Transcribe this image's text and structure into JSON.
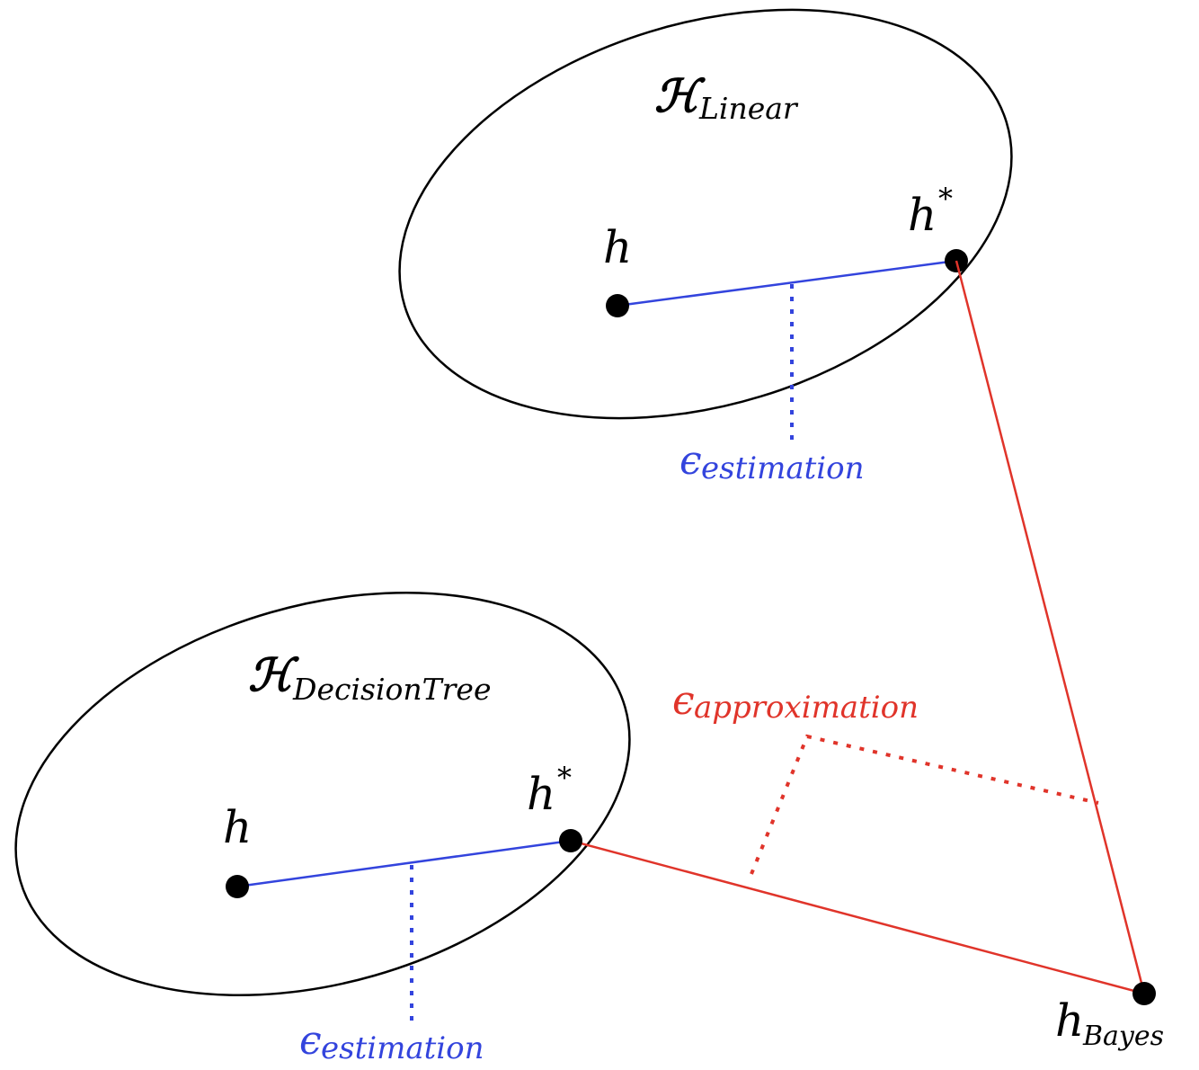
{
  "colors": {
    "ink": "#000000",
    "estimation": "#3344dd",
    "approximation": "#e0342a"
  },
  "top_space": {
    "symbol": "ℋ",
    "subscript": "Linear",
    "h_label": "h",
    "hstar_label": "h",
    "hstar_sup": "*",
    "est_symbol": "ϵ",
    "est_subscript": "estimation"
  },
  "bottom_space": {
    "symbol": "ℋ",
    "subscript": "DecisionTree",
    "h_label": "h",
    "hstar_label": "h",
    "hstar_sup": "*",
    "est_symbol": "ϵ",
    "est_subscript": "estimation"
  },
  "bayes": {
    "label": "h",
    "subscript": "Bayes"
  },
  "approximation": {
    "symbol": "ϵ",
    "subscript": "approximation"
  }
}
